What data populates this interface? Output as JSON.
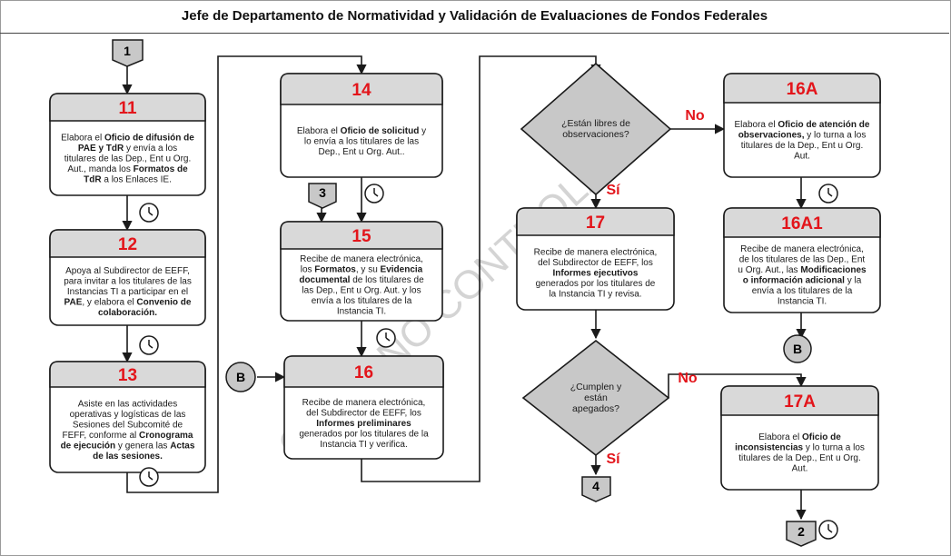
{
  "header": {
    "title": "Jefe de Departamento de Normatividad y Validación de Evaluaciones de Fondos Federales"
  },
  "watermark": "COPIA NO CONTROLADA",
  "colors": {
    "header_fill": "#d9d9d9",
    "number_red": "#e3151b",
    "line": "#1a1a1a",
    "watermark": "#cfcfcf"
  },
  "connectors": {
    "c1": "1",
    "c2": "2",
    "c3": "3",
    "c4": "4",
    "b": "B"
  },
  "icons": {
    "timer": "clock-icon"
  },
  "steps": {
    "s11": {
      "number": "11",
      "lines": [
        [
          {
            "t": "Elabora el "
          },
          {
            "t": "Oficio de difusión de",
            "b": true
          }
        ],
        [
          {
            "t": "PAE y TdR",
            "b": true
          },
          {
            "t": " y envía a los"
          }
        ],
        [
          {
            "t": "titulares  de las Dep., Ent u Org."
          }
        ],
        [
          {
            "t": "Aut., manda los "
          },
          {
            "t": "Formatos de",
            "b": true
          }
        ],
        [
          {
            "t": "TdR",
            "b": true
          },
          {
            "t": " a los Enlaces IE."
          }
        ]
      ]
    },
    "s12": {
      "number": "12",
      "lines": [
        [
          {
            "t": "Apoya al Subdirector de EEFF,"
          }
        ],
        [
          {
            "t": "para invitar a los titulares de las"
          }
        ],
        [
          {
            "t": "Instancias TI a participar en el"
          }
        ],
        [
          {
            "t": "PAE",
            "b": true
          },
          {
            "t": ", y elabora el "
          },
          {
            "t": "Convenio de",
            "b": true
          }
        ],
        [
          {
            "t": "colaboración.",
            "b": true
          }
        ]
      ]
    },
    "s13": {
      "number": "13",
      "lines": [
        [
          {
            "t": "Asiste en las actividades"
          }
        ],
        [
          {
            "t": "operativas y logísticas de las"
          }
        ],
        [
          {
            "t": "Sesiones del Subcomité de"
          }
        ],
        [
          {
            "t": "FEFF, conforme al "
          },
          {
            "t": "Cronograma",
            "b": true
          }
        ],
        [
          {
            "t": "de ejecución",
            "b": true
          },
          {
            "t": " y genera las "
          },
          {
            "t": "Actas",
            "b": true
          }
        ],
        [
          {
            "t": "de las sesiones.",
            "b": true
          }
        ]
      ]
    },
    "s14": {
      "number": "14",
      "lines": [
        [
          {
            "t": "Elabora el "
          },
          {
            "t": "Oficio de solicitud",
            "b": true
          },
          {
            "t": " y"
          }
        ],
        [
          {
            "t": "lo envía a los titulares de las"
          }
        ],
        [
          {
            "t": "Dep., Ent u Org. Aut.."
          }
        ]
      ]
    },
    "s15": {
      "number": "15",
      "lines": [
        [
          {
            "t": "Recibe de manera electrónica,"
          }
        ],
        [
          {
            "t": "los "
          },
          {
            "t": "Formatos",
            "b": true
          },
          {
            "t": ", y su "
          },
          {
            "t": "Evidencia",
            "b": true
          }
        ],
        [
          {
            "t": "documental",
            "b": true
          },
          {
            "t": " de los titulares de"
          }
        ],
        [
          {
            "t": "las Dep., Ent u Org. Aut. y los"
          }
        ],
        [
          {
            "t": "envía a los titulares de la"
          }
        ],
        [
          {
            "t": "Instancia TI."
          }
        ]
      ]
    },
    "s16": {
      "number": "16",
      "lines": [
        [
          {
            "t": "Recibe de manera electrónica,"
          }
        ],
        [
          {
            "t": "del Subdirector de EEFF, los"
          }
        ],
        [
          {
            "t": "Informes preliminares",
            "b": true
          }
        ],
        [
          {
            "t": "generados por los titulares de la"
          }
        ],
        [
          {
            "t": "Instancia TI y verifica."
          }
        ]
      ]
    },
    "s17": {
      "number": "17",
      "lines": [
        [
          {
            "t": "Recibe de manera electrónica,"
          }
        ],
        [
          {
            "t": "del Subdirector de EEFF, los"
          }
        ],
        [
          {
            "t": "Informes ejecutivos",
            "b": true
          }
        ],
        [
          {
            "t": "generados por los titulares de"
          }
        ],
        [
          {
            "t": "la Instancia TI y revisa."
          }
        ]
      ]
    },
    "s16a": {
      "number": "16A",
      "lines": [
        [
          {
            "t": "Elabora el "
          },
          {
            "t": "Oficio de atención de",
            "b": true
          }
        ],
        [
          {
            "t": "observaciones,",
            "b": true
          },
          {
            "t": " y lo turna a los"
          }
        ],
        [
          {
            "t": "titulares de la Dep., Ent u Org."
          }
        ],
        [
          {
            "t": "Aut."
          }
        ]
      ]
    },
    "s16a1": {
      "number": "16A1",
      "lines": [
        [
          {
            "t": "Recibe de manera electrónica,"
          }
        ],
        [
          {
            "t": "de los titulares  de las Dep., Ent"
          }
        ],
        [
          {
            "t": "u Org. Aut., las "
          },
          {
            "t": "Modificaciones",
            "b": true
          }
        ],
        [
          {
            "t": "o información  adicional",
            "b": true
          },
          {
            "t": " y la"
          }
        ],
        [
          {
            "t": "envía a los titulares de la"
          }
        ],
        [
          {
            "t": "Instancia TI."
          }
        ]
      ]
    },
    "s17a": {
      "number": "17A",
      "lines": [
        [
          {
            "t": "Elabora el "
          },
          {
            "t": "Oficio de",
            "b": true
          }
        ],
        [
          {
            "t": "inconsistencias",
            "b": true
          },
          {
            "t": " y lo turna a los"
          }
        ],
        [
          {
            "t": "titulares de la Dep., Ent u Org."
          }
        ],
        [
          {
            "t": "Aut."
          }
        ]
      ]
    }
  },
  "decisions": {
    "d1": {
      "lines": [
        "¿Están libres de",
        "observaciones?"
      ],
      "yes": "Sí",
      "no": "No"
    },
    "d2": {
      "lines": [
        "¿Cumplen y",
        "están",
        "apegados?"
      ],
      "yes": "Sí",
      "no": "No"
    }
  }
}
